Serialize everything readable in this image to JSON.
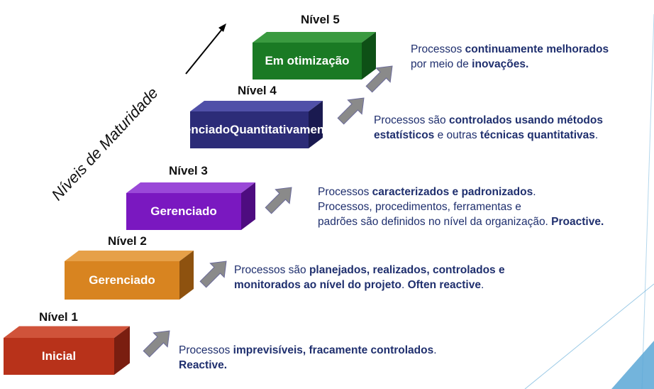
{
  "axis_label": "Níveis de Maturidade",
  "levels": [
    {
      "label": "Nível 1",
      "box": [
        "Inicial"
      ],
      "colors": {
        "front": "#b8321a",
        "top": "#d0533a",
        "side": "#7a1e10"
      },
      "desc": [
        [
          {
            "t": "Processos "
          },
          {
            "t": "imprevisíveis, fracamente controlados",
            "b": true
          },
          {
            "t": "."
          }
        ],
        [
          {
            "t": "Reactive.",
            "b": true
          }
        ]
      ]
    },
    {
      "label": "Nível 2",
      "box": [
        "Gerenciado"
      ],
      "colors": {
        "front": "#d88420",
        "top": "#e6a048",
        "side": "#8e520f"
      },
      "desc": [
        [
          {
            "t": "Processos são "
          },
          {
            "t": "planejados, realizados, controlados e",
            "b": true
          }
        ],
        [
          {
            "t": "monitorados ao nível do projeto",
            "b": true
          },
          {
            "t": ". "
          },
          {
            "t": "Often reactive",
            "b": true
          },
          {
            "t": "."
          }
        ]
      ]
    },
    {
      "label": "Nível  3",
      "box": [
        "Gerenciado"
      ],
      "colors": {
        "front": "#7a18c0",
        "top": "#9a48d8",
        "side": "#4e0c80"
      },
      "desc": [
        [
          {
            "t": "Processos "
          },
          {
            "t": "caracterizados e padronizados",
            "b": true
          },
          {
            "t": "."
          }
        ],
        [
          {
            "t": "Processos, procedimentos, ferramentas e"
          }
        ],
        [
          {
            "t": "padrões são definidos no nível da organização.  "
          },
          {
            "t": "Proactive.",
            "b": true
          }
        ]
      ]
    },
    {
      "label": "Nível  4",
      "box": [
        "Gerenciado",
        "Quantitativamente"
      ],
      "colors": {
        "front": "#2c2c78",
        "top": "#5050a8",
        "side": "#1a1a50"
      },
      "desc": [
        [
          {
            "t": "Processos são "
          },
          {
            "t": "controlados usando métodos",
            "b": true
          }
        ],
        [
          {
            "t": "estatísticos",
            "b": true
          },
          {
            "t": " e outras "
          },
          {
            "t": "técnicas quantitativas",
            "b": true
          },
          {
            "t": "."
          }
        ]
      ]
    },
    {
      "label": "Nível 5",
      "box": [
        "Em otimização"
      ],
      "colors": {
        "front": "#1a7a24",
        "top": "#3a9a40",
        "side": "#0e5016"
      },
      "desc": [
        [
          {
            "t": "Processos "
          },
          {
            "t": "continuamente melhorados",
            "b": true
          }
        ],
        [
          {
            "t": "por meio de  "
          },
          {
            "t": "inovações.",
            "b": true
          }
        ]
      ]
    }
  ],
  "arrow_color": "#8a8a8a",
  "arrow_border": "#6a6a9a",
  "accent_line": "#5aa7d6"
}
